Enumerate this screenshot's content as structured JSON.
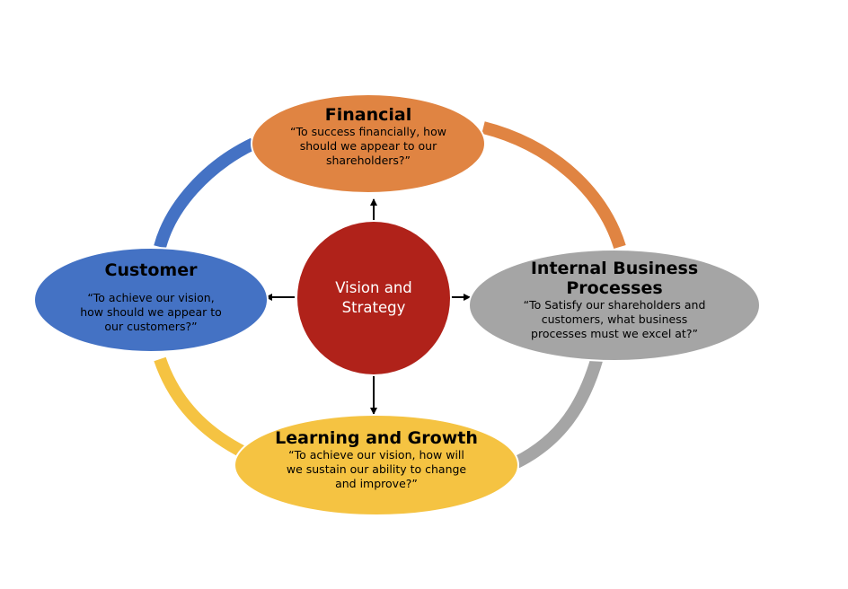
{
  "diagram": {
    "center": {
      "label_line1": "Vision and",
      "label_line2": "Strategy",
      "color": "#B0221A"
    },
    "financial": {
      "title": "Financial",
      "desc_lines": [
        "“To success financially, how",
        "should we appear to our",
        "shareholders?”"
      ],
      "color": "#E08442"
    },
    "customer": {
      "title": "Customer",
      "desc_lines": [
        "“To achieve our vision,",
        "how should we appear to",
        "our customers?”"
      ],
      "color": "#4472C4"
    },
    "internal": {
      "title_lines": [
        "Internal Business",
        "Processes"
      ],
      "desc_lines": [
        "“To Satisfy our shareholders and",
        "customers, what business",
        "processes must we excel at?”"
      ],
      "color": "#A5A5A5"
    },
    "learning": {
      "title": "Learning and Growth",
      "desc_lines": [
        "“To achieve our vision, how will",
        "we sustain our ability to change",
        "and improve?”"
      ],
      "color": "#F5C342"
    }
  }
}
